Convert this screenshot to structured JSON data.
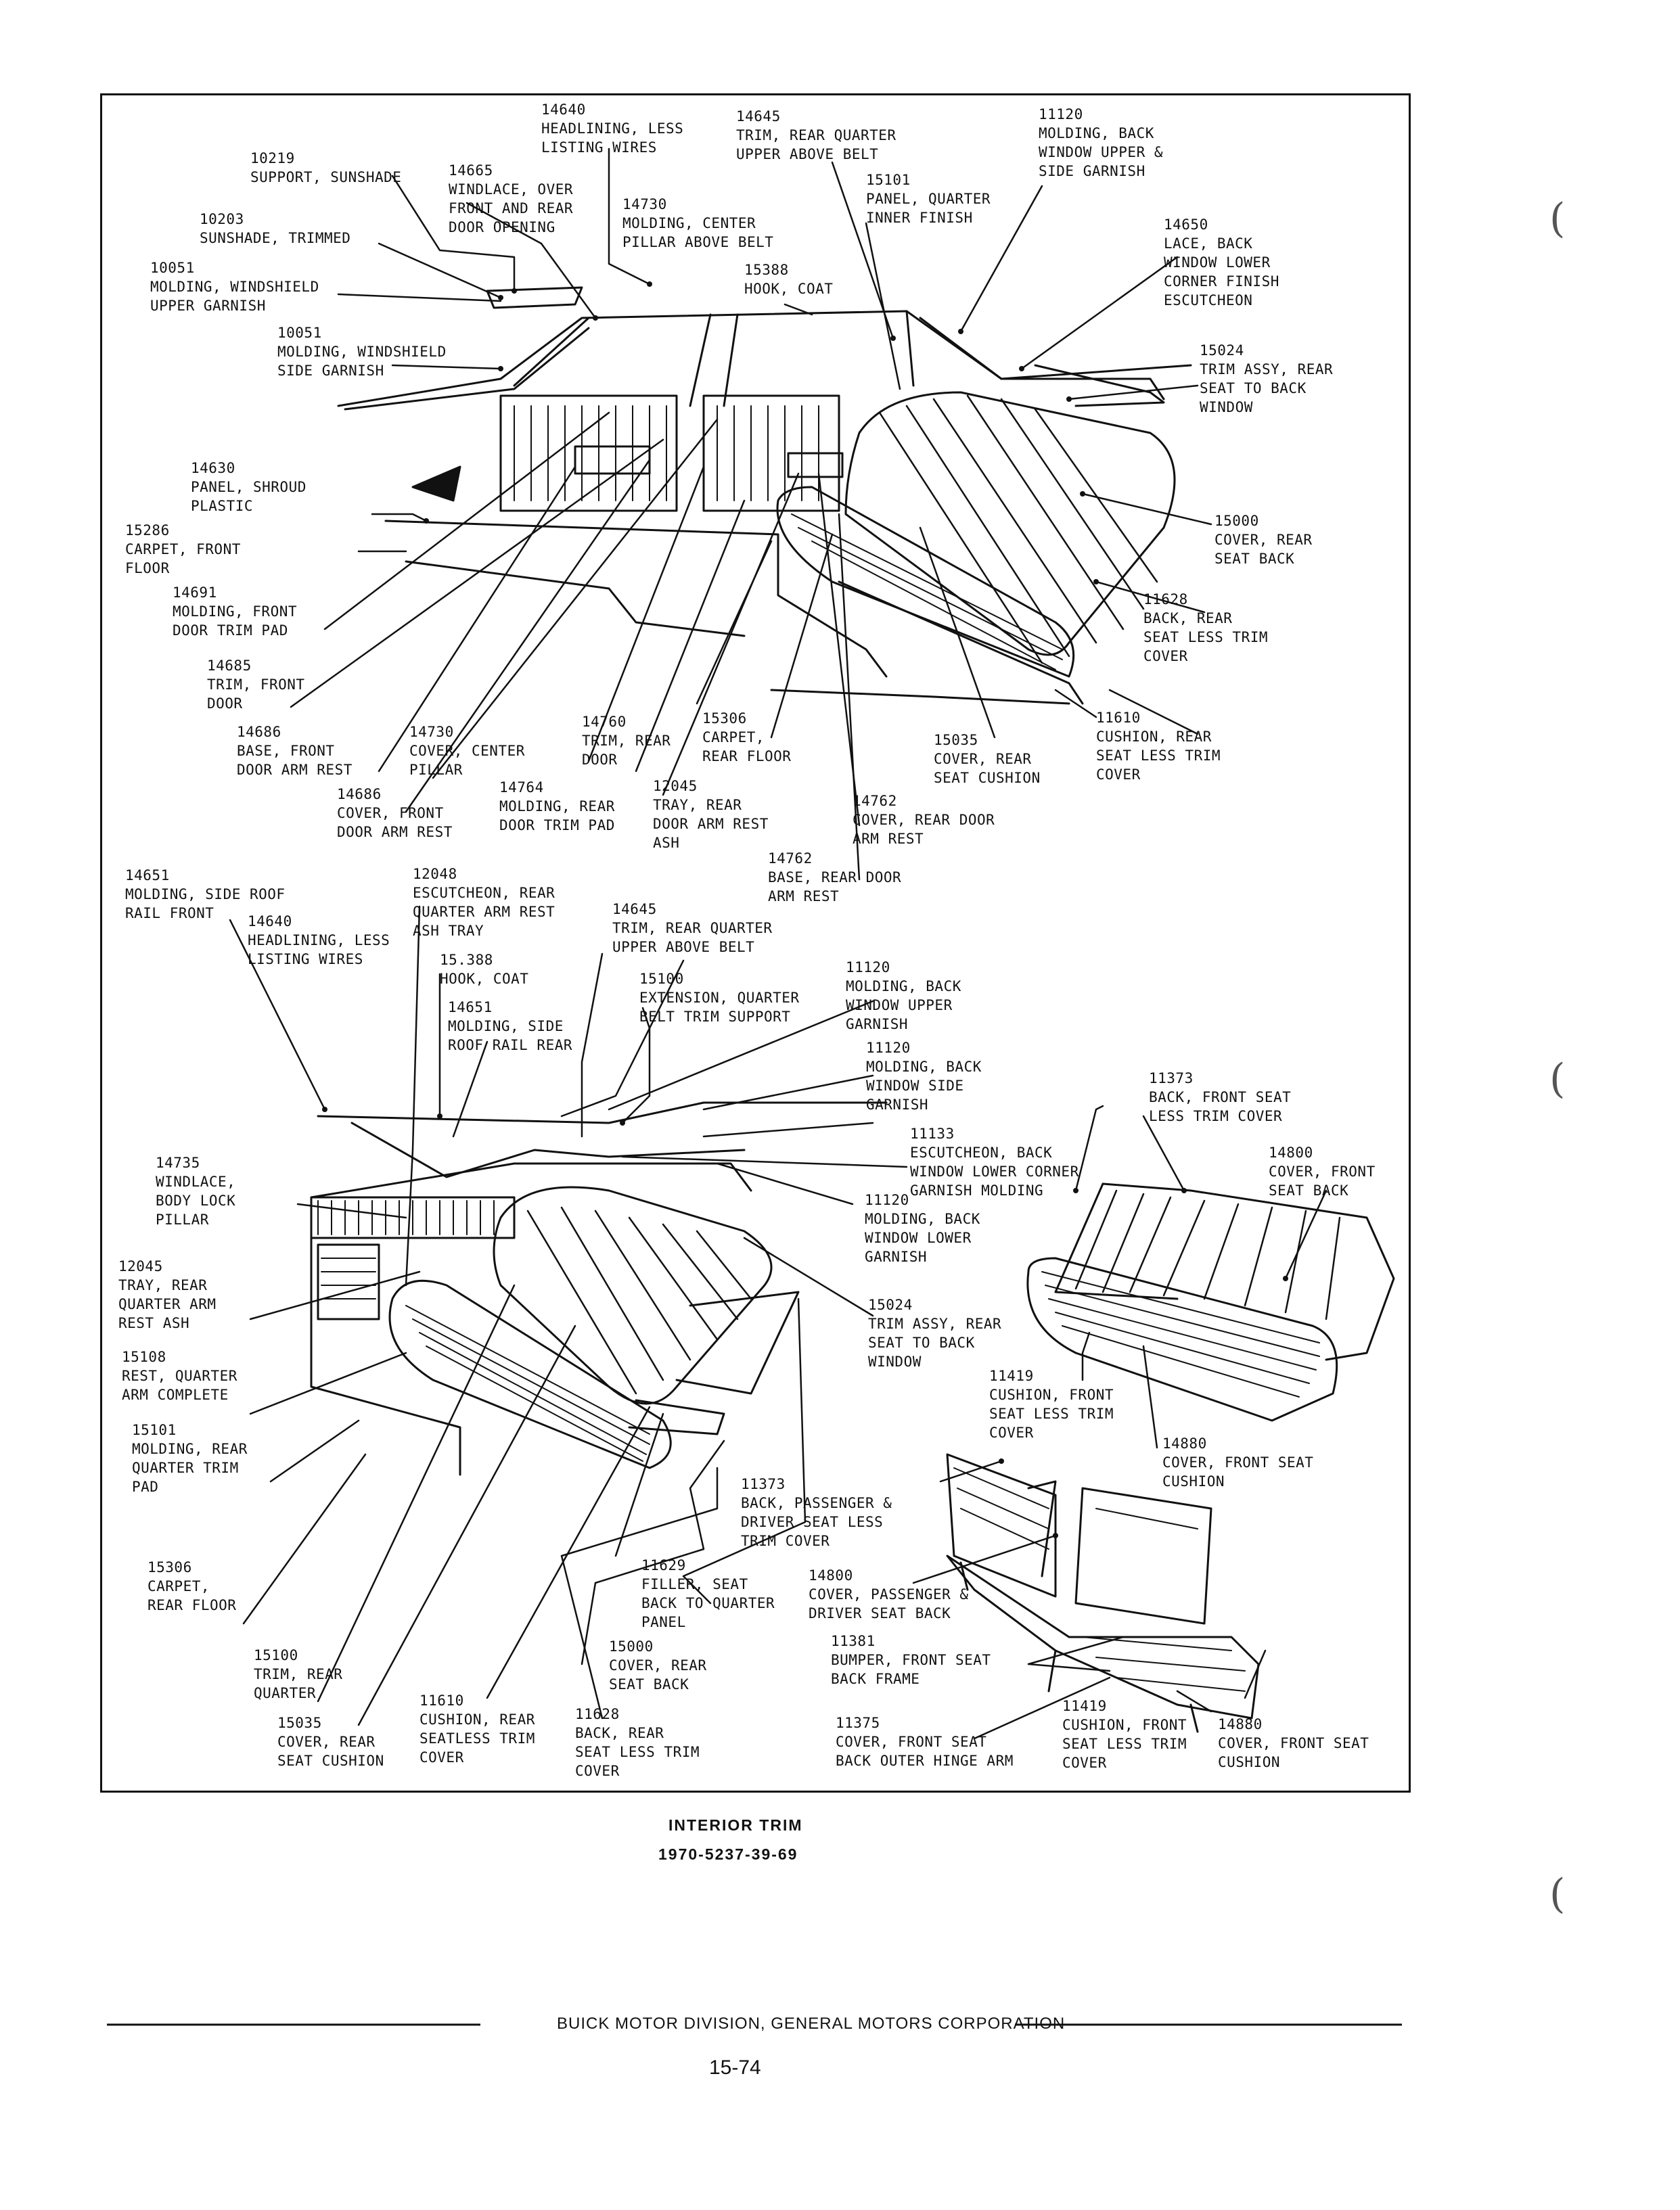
{
  "caption": {
    "title": "INTERIOR TRIM",
    "code": "1970-5237-39-69"
  },
  "footer": {
    "text": "BUICK MOTOR DIVISION, GENERAL MOTORS CORPORATION",
    "page": "15-74"
  },
  "labels": [
    [
      "14640",
      "HEADLINING, LESS",
      "LISTING WIRES"
    ],
    [
      "14645",
      "TRIM, REAR QUARTER",
      "UPPER ABOVE BELT"
    ],
    [
      "11120",
      "MOLDING, BACK",
      "WINDOW UPPER &",
      "SIDE GARNISH"
    ],
    [
      "10219",
      "SUPPORT, SUNSHADE"
    ],
    [
      "14665",
      "WINDLACE, OVER",
      "FRONT AND REAR",
      "DOOR OPENING"
    ],
    [
      "14730",
      "MOLDING, CENTER",
      "PILLAR ABOVE BELT"
    ],
    [
      "15101",
      "PANEL, QUARTER",
      "INNER FINISH"
    ],
    [
      "10203",
      "SUNSHADE, TRIMMED"
    ],
    [
      "14650",
      "LACE, BACK",
      "WINDOW LOWER",
      "CORNER FINISH",
      "ESCUTCHEON"
    ],
    [
      "10051",
      "MOLDING, WINDSHIELD",
      "UPPER GARNISH"
    ],
    [
      "15388",
      "HOOK, COAT"
    ],
    [
      "10051",
      "MOLDING, WINDSHIELD",
      "SIDE GARNISH"
    ],
    [
      "15024",
      "TRIM ASSY, REAR",
      "SEAT TO BACK",
      "WINDOW"
    ],
    [
      "14630",
      "PANEL, SHROUD",
      "PLASTIC"
    ],
    [
      "15000",
      "COVER, REAR",
      "SEAT BACK"
    ],
    [
      "15286",
      "CARPET, FRONT",
      "FLOOR"
    ],
    [
      "11628",
      "BACK, REAR",
      "SEAT LESS TRIM",
      "COVER"
    ],
    [
      "14691",
      "MOLDING, FRONT",
      "DOOR TRIM PAD"
    ],
    [
      "14685",
      "TRIM, FRONT",
      "DOOR"
    ],
    [
      "11610",
      "CUSHION, REAR",
      "SEAT LESS TRIM",
      "COVER"
    ],
    [
      "14686",
      "BASE, FRONT",
      "DOOR ARM REST"
    ],
    [
      "14730",
      "COVER, CENTER",
      "PILLAR"
    ],
    [
      "14760",
      "TRIM, REAR",
      "DOOR"
    ],
    [
      "15306",
      "CARPET,",
      "REAR FLOOR"
    ],
    [
      "15035",
      "COVER, REAR",
      "SEAT CUSHION"
    ],
    [
      "14686",
      "COVER, FRONT",
      "DOOR ARM REST"
    ],
    [
      "14764",
      "MOLDING, REAR",
      "DOOR TRIM PAD"
    ],
    [
      "12045",
      "TRAY, REAR",
      "DOOR ARM REST",
      "ASH"
    ],
    [
      "14762",
      "COVER, REAR DOOR",
      "ARM REST"
    ],
    [
      "14762",
      "BASE, REAR DOOR",
      "ARM REST"
    ],
    [
      "14651",
      "MOLDING, SIDE ROOF",
      "RAIL FRONT"
    ],
    [
      "12048",
      "ESCUTCHEON, REAR",
      "QUARTER ARM REST",
      "ASH TRAY"
    ],
    [
      "14640",
      "HEADLINING, LESS",
      "LISTING WIRES"
    ],
    [
      "14645",
      "TRIM, REAR QUARTER",
      "UPPER ABOVE BELT"
    ],
    [
      "15.388",
      "HOOK, COAT"
    ],
    [
      "15100",
      "EXTENSION, QUARTER",
      "BELT TRIM SUPPORT"
    ],
    [
      "11120",
      "MOLDING, BACK",
      "WINDOW UPPER",
      "GARNISH"
    ],
    [
      "14651",
      "MOLDING, SIDE",
      "ROOF RAIL REAR"
    ],
    [
      "11120",
      "MOLDING, BACK",
      "WINDOW SIDE",
      "GARNISH"
    ],
    [
      "11373",
      "BACK, FRONT SEAT",
      "LESS TRIM COVER"
    ],
    [
      "11133",
      "ESCUTCHEON, BACK",
      "WINDOW LOWER CORNER",
      "GARNISH MOLDING"
    ],
    [
      "14800",
      "COVER, FRONT",
      "SEAT BACK"
    ],
    [
      "14735",
      "WINDLACE,",
      "BODY LOCK",
      "PILLAR"
    ],
    [
      "11120",
      "MOLDING, BACK",
      "WINDOW LOWER",
      "GARNISH"
    ],
    [
      "12045",
      "TRAY, REAR",
      "QUARTER ARM",
      "REST ASH"
    ],
    [
      "15024",
      "TRIM ASSY, REAR",
      "SEAT TO BACK",
      "WINDOW"
    ],
    [
      "15108",
      "REST, QUARTER",
      "ARM COMPLETE"
    ],
    [
      "11419",
      "CUSHION, FRONT",
      "SEAT LESS TRIM",
      "COVER"
    ],
    [
      "15101",
      "MOLDING, REAR",
      "QUARTER TRIM",
      "PAD"
    ],
    [
      "14880",
      "COVER, FRONT SEAT",
      "CUSHION"
    ],
    [
      "11373",
      "BACK, PASSENGER &",
      "DRIVER SEAT LESS",
      "TRIM COVER"
    ],
    [
      "15306",
      "CARPET,",
      "REAR FLOOR"
    ],
    [
      "11629",
      "FILLER, SEAT",
      "BACK TO QUARTER",
      "PANEL"
    ],
    [
      "14800",
      "COVER, PASSENGER &",
      "DRIVER SEAT BACK"
    ],
    [
      "11381",
      "BUMPER, FRONT SEAT",
      "BACK FRAME"
    ],
    [
      "15100",
      "TRIM, REAR",
      "QUARTER"
    ],
    [
      "15000",
      "COVER, REAR",
      "SEAT BACK"
    ],
    [
      "11610",
      "CUSHION, REAR",
      "SEATLESS TRIM",
      "COVER"
    ],
    [
      "11628",
      "BACK, REAR",
      "SEAT LESS TRIM",
      "COVER"
    ],
    [
      "15035",
      "COVER, REAR",
      "SEAT CUSHION"
    ],
    [
      "11375",
      "COVER, FRONT SEAT",
      "BACK OUTER HINGE ARM"
    ],
    [
      "11419",
      "CUSHION, FRONT",
      "SEAT LESS TRIM",
      "COVER"
    ],
    [
      "14880",
      "COVER, FRONT SEAT",
      "CUSHION"
    ]
  ]
}
